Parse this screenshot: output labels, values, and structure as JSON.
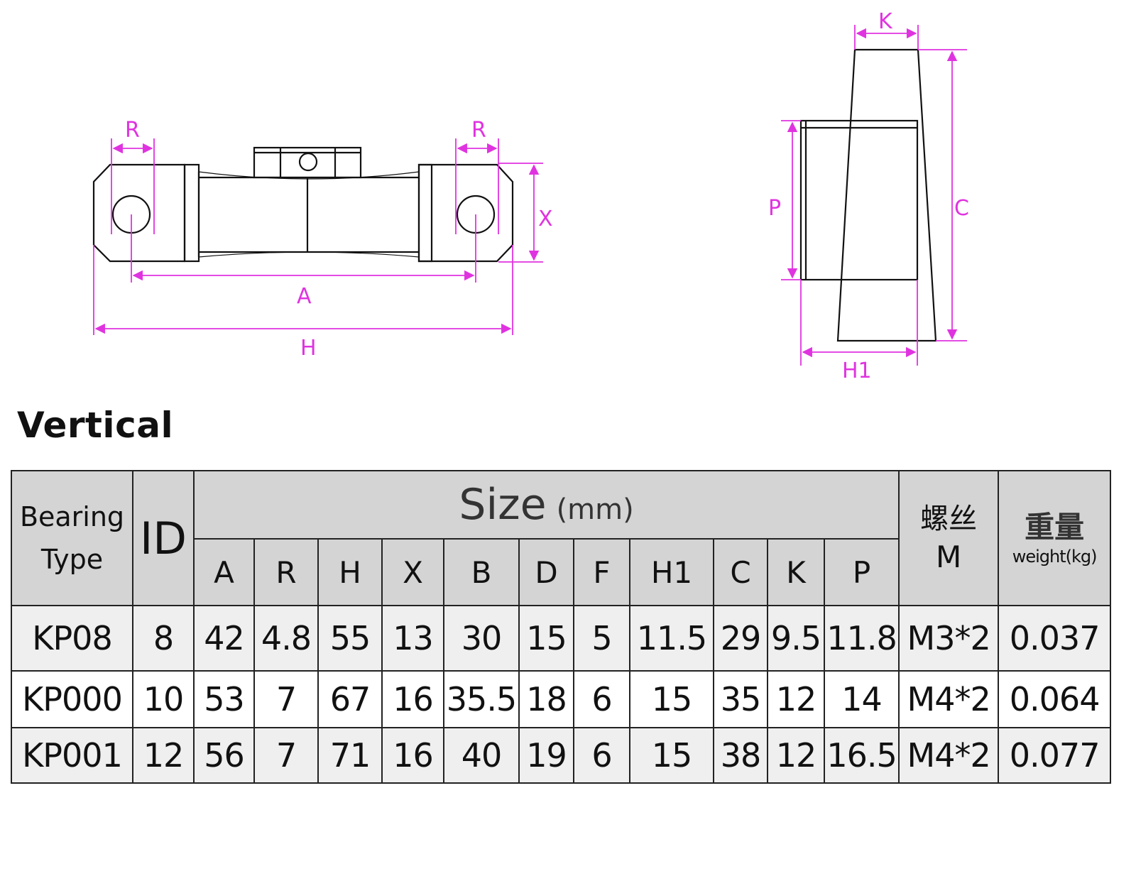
{
  "drawings": {
    "front_view": {
      "labels": {
        "r_left": "R",
        "r_right": "R",
        "x": "X",
        "a": "A",
        "h": "H"
      }
    },
    "side_view": {
      "labels": {
        "k": "K",
        "p": "P",
        "c": "C",
        "h1": "H1"
      }
    },
    "dimension_color": "#e033e0",
    "line_color": "#111111"
  },
  "heading": "Vertical",
  "table": {
    "header": {
      "bearing_type": "Bearing Type",
      "bearing_type_line1": "Bearing",
      "bearing_type_line2": "Type",
      "id": "ID",
      "size": "Size",
      "size_unit": "(mm)",
      "screw_cn": "螺丝",
      "screw_en": "M",
      "weight_cn": "重量",
      "weight_en": "weight(kg)"
    },
    "size_columns": [
      "A",
      "R",
      "H",
      "X",
      "B",
      "D",
      "F",
      "H1",
      "C",
      "K",
      "P"
    ],
    "rows": [
      {
        "type": "KP08",
        "id": "8",
        "sizes": [
          "42",
          "4.8",
          "55",
          "13",
          "30",
          "15",
          "5",
          "11.5",
          "29",
          "9.5",
          "11.8"
        ],
        "screw": "M3*2",
        "weight": "0.037"
      },
      {
        "type": "KP000",
        "id": "10",
        "sizes": [
          "53",
          "7",
          "67",
          "16",
          "35.5",
          "18",
          "6",
          "15",
          "35",
          "12",
          "14"
        ],
        "screw": "M4*2",
        "weight": "0.064"
      },
      {
        "type": "KP001",
        "id": "12",
        "sizes": [
          "56",
          "7",
          "71",
          "16",
          "40",
          "19",
          "6",
          "15",
          "38",
          "12",
          "16.5"
        ],
        "screw": "M4*2",
        "weight": "0.077"
      }
    ],
    "colors": {
      "header_bg": "#d4d4d4",
      "row_alt_bg": "#efefef",
      "row_bg": "#ffffff",
      "border": "#222222"
    }
  }
}
